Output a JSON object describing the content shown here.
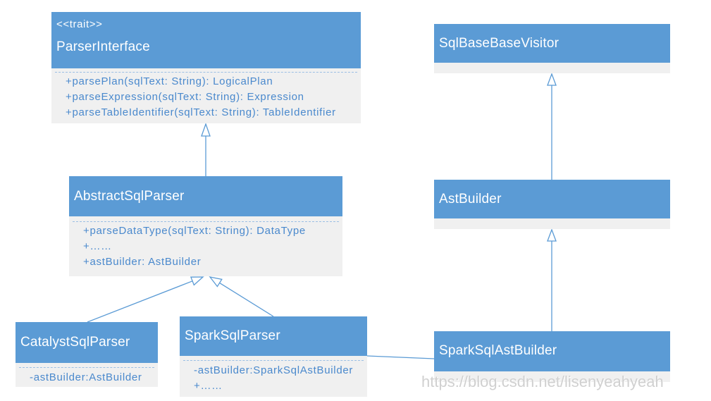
{
  "classes": {
    "parser_interface": {
      "stereotype": "<<trait>>",
      "name": "ParserInterface",
      "members": [
        "+parsePlan(sqlText: String): LogicalPlan",
        "+parseExpression(sqlText: String): Expression",
        "+parseTableIdentifier(sqlText: String): TableIdentifier"
      ]
    },
    "sql_base_base_visitor": {
      "name": "SqlBaseBaseVisitor"
    },
    "abstract_sql_parser": {
      "name": "AbstractSqlParser",
      "members": [
        "+parseDataType(sqlText: String): DataType",
        "+……",
        "+astBuilder: AstBuilder"
      ]
    },
    "ast_builder": {
      "name": "AstBuilder"
    },
    "catalyst_sql_parser": {
      "name": "CatalystSqlParser",
      "members": [
        "-astBuilder:AstBuilder"
      ]
    },
    "spark_sql_parser": {
      "name": "SparkSqlParser",
      "members": [
        "-astBuilder:SparkSqlAstBuilder",
        "+……"
      ]
    },
    "spark_sql_ast_builder": {
      "name": "SparkSqlAstBuilder"
    }
  },
  "watermark": "https://blog.csdn.net/lisenyeahyeah",
  "colors": {
    "header": "#5b9bd5",
    "body": "#f0f0f0",
    "member_text": "#4a89cd",
    "divider": "#9bbfe4",
    "connector": "#5b9bd5",
    "watermark": "#d0d0d0"
  }
}
